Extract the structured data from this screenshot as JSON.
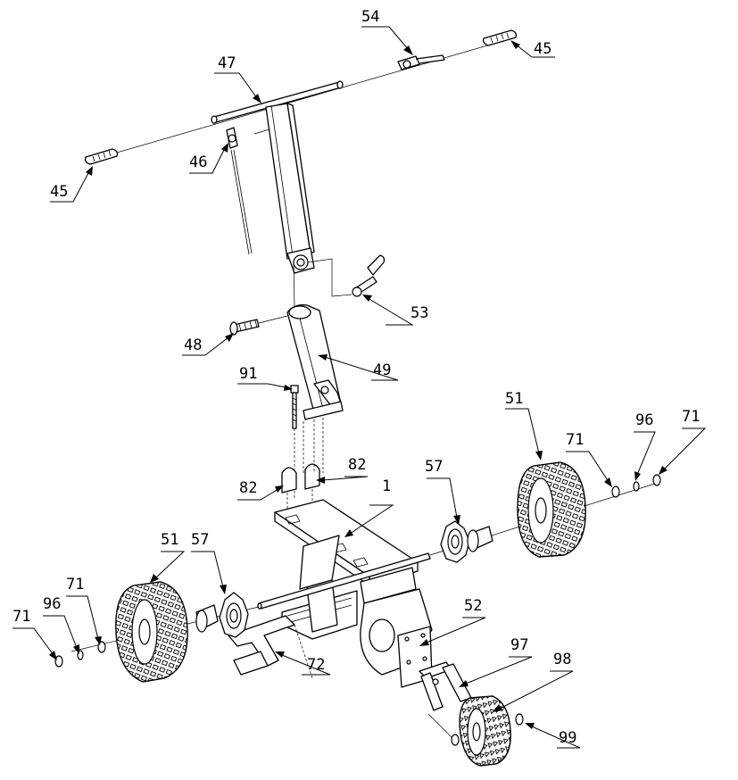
{
  "diagram": {
    "labels": {
      "p54": "54",
      "p45_right": "45",
      "p47": "47",
      "p46": "46",
      "p45_left": "45",
      "p53": "53",
      "p48": "48",
      "p49": "49",
      "p91": "91",
      "p51_right": "51",
      "p71_a": "71",
      "p96_right": "96",
      "p71_b": "71",
      "p82_right": "82",
      "p82_left": "82",
      "p1": "1",
      "p57_right": "57",
      "p51_left": "51",
      "p57_left": "57",
      "p71_c": "71",
      "p96_left": "96",
      "p71_d": "71",
      "p52": "52",
      "p97": "97",
      "p98": "98",
      "p72": "72",
      "p99": "99"
    }
  }
}
